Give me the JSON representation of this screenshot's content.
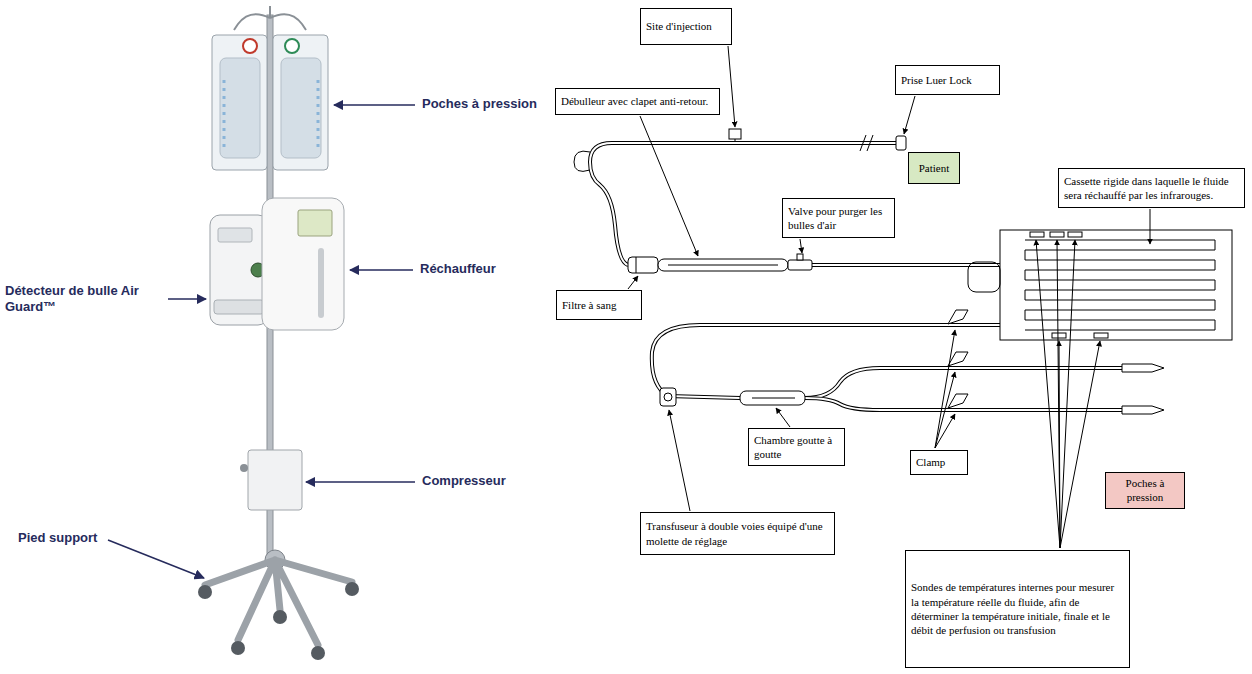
{
  "diagram": {
    "nodes": [
      {
        "text": [
          "Site d'injection"
        ]
      },
      {
        "text": [
          "Prise Luer Lock"
        ]
      },
      {
        "text": [
          "Débulleur avec clapet anti-retour."
        ]
      },
      {
        "text": [
          "Patient"
        ]
      },
      {
        "text": [
          "Cassette rigide dans laquelle le fluide sera réchauffé par les infrarouges."
        ]
      },
      {
        "text": [
          "Valve pour purger les bulles d'air"
        ]
      },
      {
        "text": [
          "Filtre à sang"
        ]
      },
      {
        "text": [
          "Chambre goutte à goutte"
        ]
      },
      {
        "text": [
          "Clamp"
        ]
      },
      {
        "text": [
          "Poches à pression"
        ]
      },
      {
        "text": [
          "Transfuseur à double voies équipé d'une molette de réglage"
        ]
      },
      {
        "text": [
          "Sondes de températures internes pour mesurer la température réelle du fluide, afin de déterminer la température initiale, finale et le débit de perfusion ou transfusion"
        ]
      }
    ],
    "labels": [
      "Poches à pression",
      "Réchauffeur",
      "Détecteur de bulle Air Guard™",
      "Compresseur",
      "Pied support"
    ]
  }
}
